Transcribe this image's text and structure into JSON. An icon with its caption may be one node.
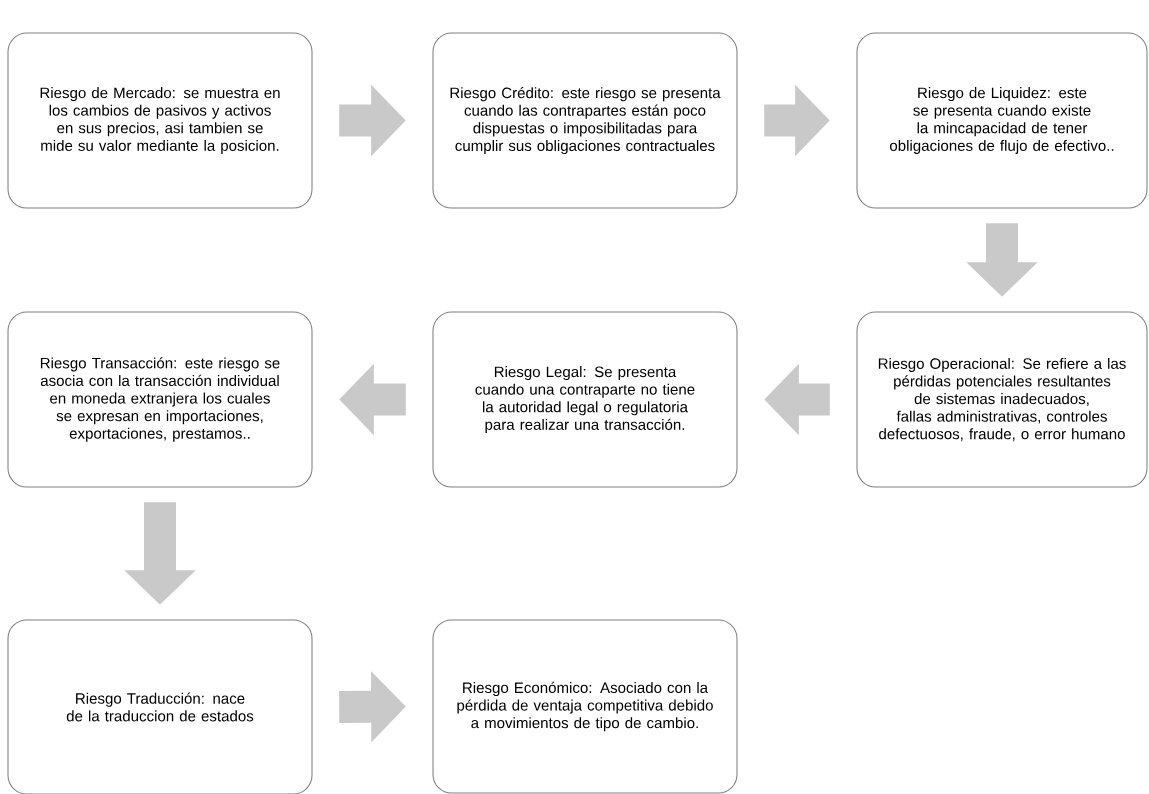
{
  "diagram": {
    "nodes": [
      {
        "text": [
          "Riesgo de Mercado: se muestra en los cambios de pasivos y activos en sus precios, asi tambien se mide su valor mediante la posicion."
        ]
      },
      {
        "text": [
          "Riesgo Crédito: este riesgo se presenta cuando las contrapartes están poco dispuestas o imposibilitadas para cumplir sus obligaciones contractuales"
        ]
      },
      {
        "text": [
          "Riesgo de Liquidez: este se presenta cuando existe la mincapacidad de tener obligaciones de flujo de efectivo.."
        ]
      },
      {
        "text": [
          "Riesgo Operacional: Se refiere a las pérdidas potenciales resultantes de sistemas inadecuados, fallas administrativas, controles defectuosos, fraude, o error humano"
        ]
      },
      {
        "text": [
          "Riesgo Legal: Se presenta cuando una contraparte no tiene la autoridad legal o regulatoria para realizar una transacción."
        ]
      },
      {
        "text": [
          "Riesgo Transacción: este riesgo se asocia con la transacción individual en moneda extranjera los cuales se expresan en importaciones, exportaciones, prestamos.."
        ]
      },
      {
        "text": [
          "Riesgo Traducción: nace de la traduccion de estados"
        ]
      },
      {
        "text": [
          "Riesgo Económico: Asociado con la pérdida de ventaja competitiva debido a movimientos de tipo de cambio."
        ]
      }
    ],
    "edges": [
      {
        "from": 0,
        "to": 1,
        "arrow": "to"
      },
      {
        "from": 1,
        "to": 2,
        "arrow": "to"
      },
      {
        "from": 2,
        "to": 3,
        "arrow": "to"
      },
      {
        "from": 3,
        "to": 4,
        "arrow": "to"
      },
      {
        "from": 4,
        "to": 5,
        "arrow": "to"
      },
      {
        "from": 5,
        "to": 6,
        "arrow": "to"
      },
      {
        "from": 6,
        "to": 7,
        "arrow": "to"
      }
    ]
  }
}
